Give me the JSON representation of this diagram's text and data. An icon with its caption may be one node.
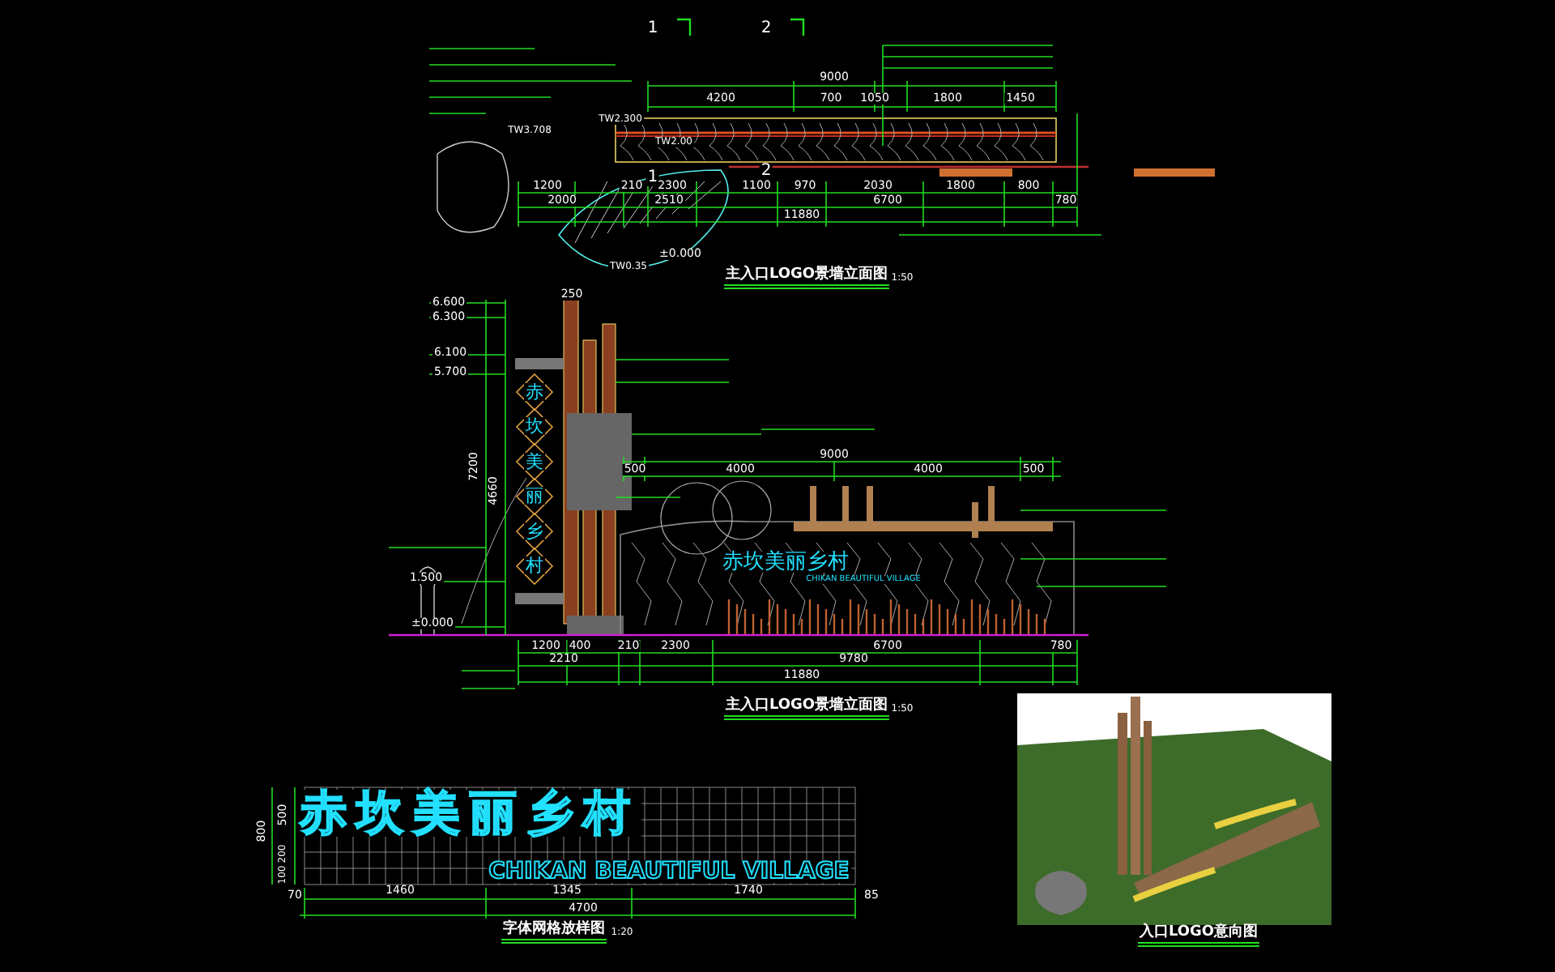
{
  "diagram": {
    "labels": [
      "1",
      "2",
      "9000",
      "4200",
      "700",
      "1050",
      "1800",
      "1450",
      "TW2.300",
      "TW3.708",
      "TW2.00",
      "1",
      "2",
      "1200",
      "210",
      "2300",
      "1100",
      "970",
      "2030",
      "1800",
      "800",
      "2000",
      "2510",
      "6700",
      "780",
      "11880",
      "±0.000",
      "TW0.35",
      "主入口LOGO景墙立面图",
      "1:50",
      "6.600",
      "6.300",
      "6.100",
      "5.700",
      "250",
      "7200",
      "4660",
      "赤",
      "坎",
      "美",
      "丽",
      "乡",
      "村",
      "9000",
      "500",
      "4000",
      "4000",
      "500",
      "赤坎美丽乡村",
      "CHIKAN BEAUTIFUL VILLAGE",
      "1.500",
      "±0.000",
      "1200",
      "400",
      "210",
      "2300",
      "6700",
      "780",
      "2210",
      "9780",
      "11880",
      "主入口LOGO景墙立面图",
      "1:50",
      "赤坎美丽乡村",
      "CHIKAN BEAUTIFUL VILLAGE",
      "800",
      "500",
      "200",
      "100",
      "70",
      "1460",
      "1345",
      "1740",
      "85",
      "4700",
      "字体网格放样图",
      "1:20",
      "入口LOGO意向图"
    ]
  }
}
